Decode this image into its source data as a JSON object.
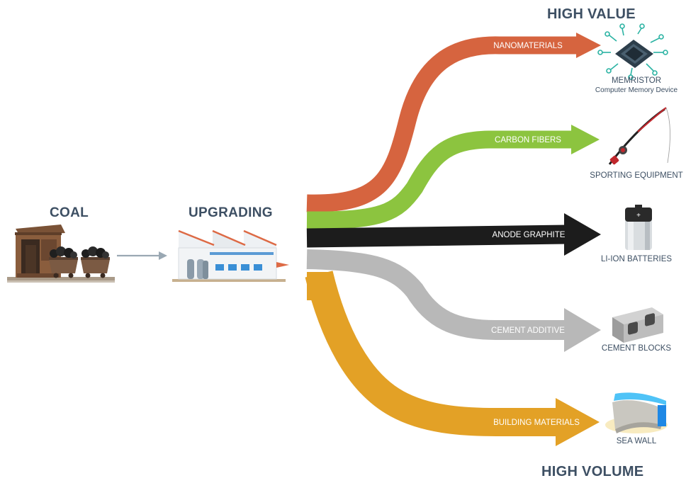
{
  "headings": {
    "high_value": "HIGH VALUE",
    "high_volume": "HIGH VOLUME",
    "coal": "COAL",
    "upgrading": "UPGRADING"
  },
  "flows": [
    {
      "label": "NANOMATERIALS",
      "color": "#d6643f"
    },
    {
      "label": "CARBON FIBERS",
      "color": "#8cc43f"
    },
    {
      "label": "ANODE GRAPHITE",
      "color": "#1c1c1c"
    },
    {
      "label": "CEMENT ADDITIVE",
      "color": "#b8b8b8"
    },
    {
      "label": "BUILDING MATERIALS",
      "color": "#e3a126"
    }
  ],
  "products": [
    {
      "name": "MEMRISTOR",
      "sub": "Computer Memory Device",
      "icon": "chip-icon"
    },
    {
      "name": "SPORTING EQUIPMENT",
      "icon": "fishing-rod-icon"
    },
    {
      "name": "LI-ION BATTERIES",
      "icon": "battery-icon"
    },
    {
      "name": "CEMENT BLOCKS",
      "icon": "cement-block-icon"
    },
    {
      "name": "SEA WALL",
      "icon": "sea-wall-icon"
    }
  ],
  "colors": {
    "text": "#3d4f63",
    "arrow_gray": "#9aa8b3"
  }
}
